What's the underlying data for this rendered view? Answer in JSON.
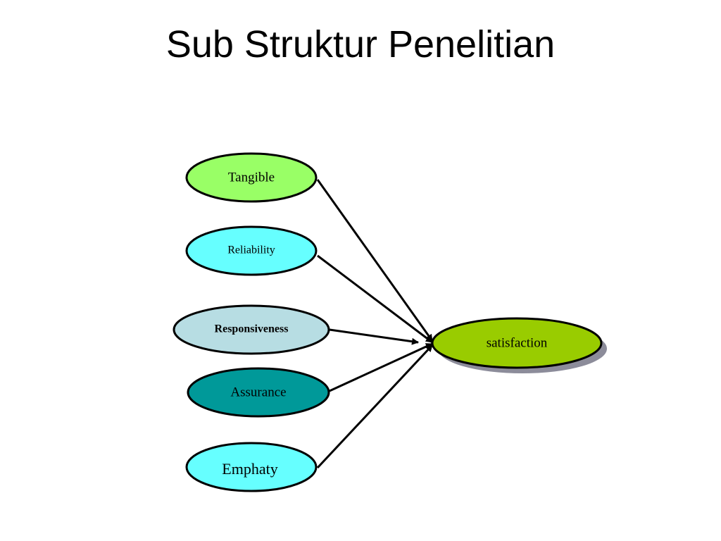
{
  "slide": {
    "title": "Sub Struktur Penelitian"
  },
  "diagram": {
    "sources": [
      {
        "id": "tangible",
        "label": "Tangible",
        "fill": "#99ff66"
      },
      {
        "id": "reliability",
        "label": "Reliability",
        "fill": "#66ffff"
      },
      {
        "id": "responsiveness",
        "label": "Responsiveness",
        "fill": "#b7dde3"
      },
      {
        "id": "assurance",
        "label": "Assurance",
        "fill": "#009999"
      },
      {
        "id": "emphaty",
        "label": "Emphaty",
        "fill": "#66ffff"
      }
    ],
    "target": {
      "id": "satisfaction",
      "label": "satisfaction",
      "fill": "#99cc00"
    },
    "edges": [
      {
        "from": "tangible",
        "to": "satisfaction"
      },
      {
        "from": "reliability",
        "to": "satisfaction"
      },
      {
        "from": "responsiveness",
        "to": "satisfaction"
      },
      {
        "from": "assurance",
        "to": "satisfaction"
      },
      {
        "from": "emphaty",
        "to": "satisfaction"
      }
    ],
    "colors": {
      "outline": "#000000",
      "arrow": "#000000",
      "shadow": "#8c8c9a"
    }
  }
}
